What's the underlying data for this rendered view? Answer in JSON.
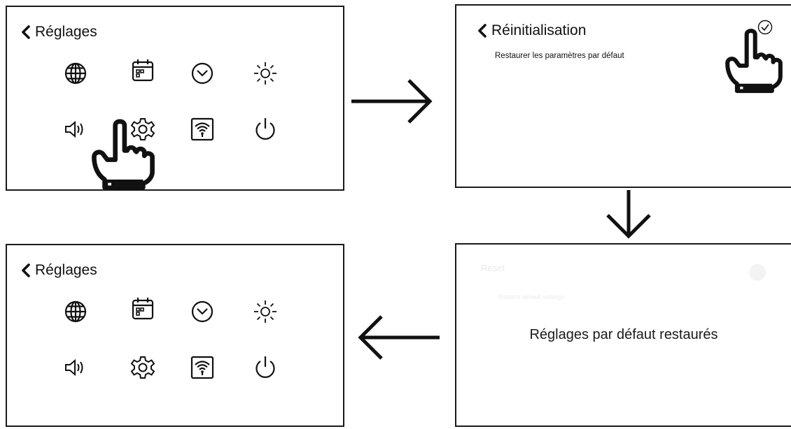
{
  "screens": {
    "settings_before": {
      "title": "Réglages"
    },
    "reset": {
      "title": "Réinitialisation",
      "subtitle": "Restaurer les paramètres par défaut"
    },
    "reset_done": {
      "faded_title": "Reset",
      "faded_subtitle": "Restore default settings",
      "message": "Réglages par défaut restaurés"
    },
    "settings_after": {
      "title": "Réglages"
    }
  },
  "icons": [
    "globe-icon",
    "calendar-icon",
    "clock-icon",
    "brightness-icon",
    "speaker-icon",
    "gear-icon",
    "wifi-icon",
    "power-icon"
  ],
  "flow_arrows": [
    "right",
    "down",
    "left"
  ]
}
